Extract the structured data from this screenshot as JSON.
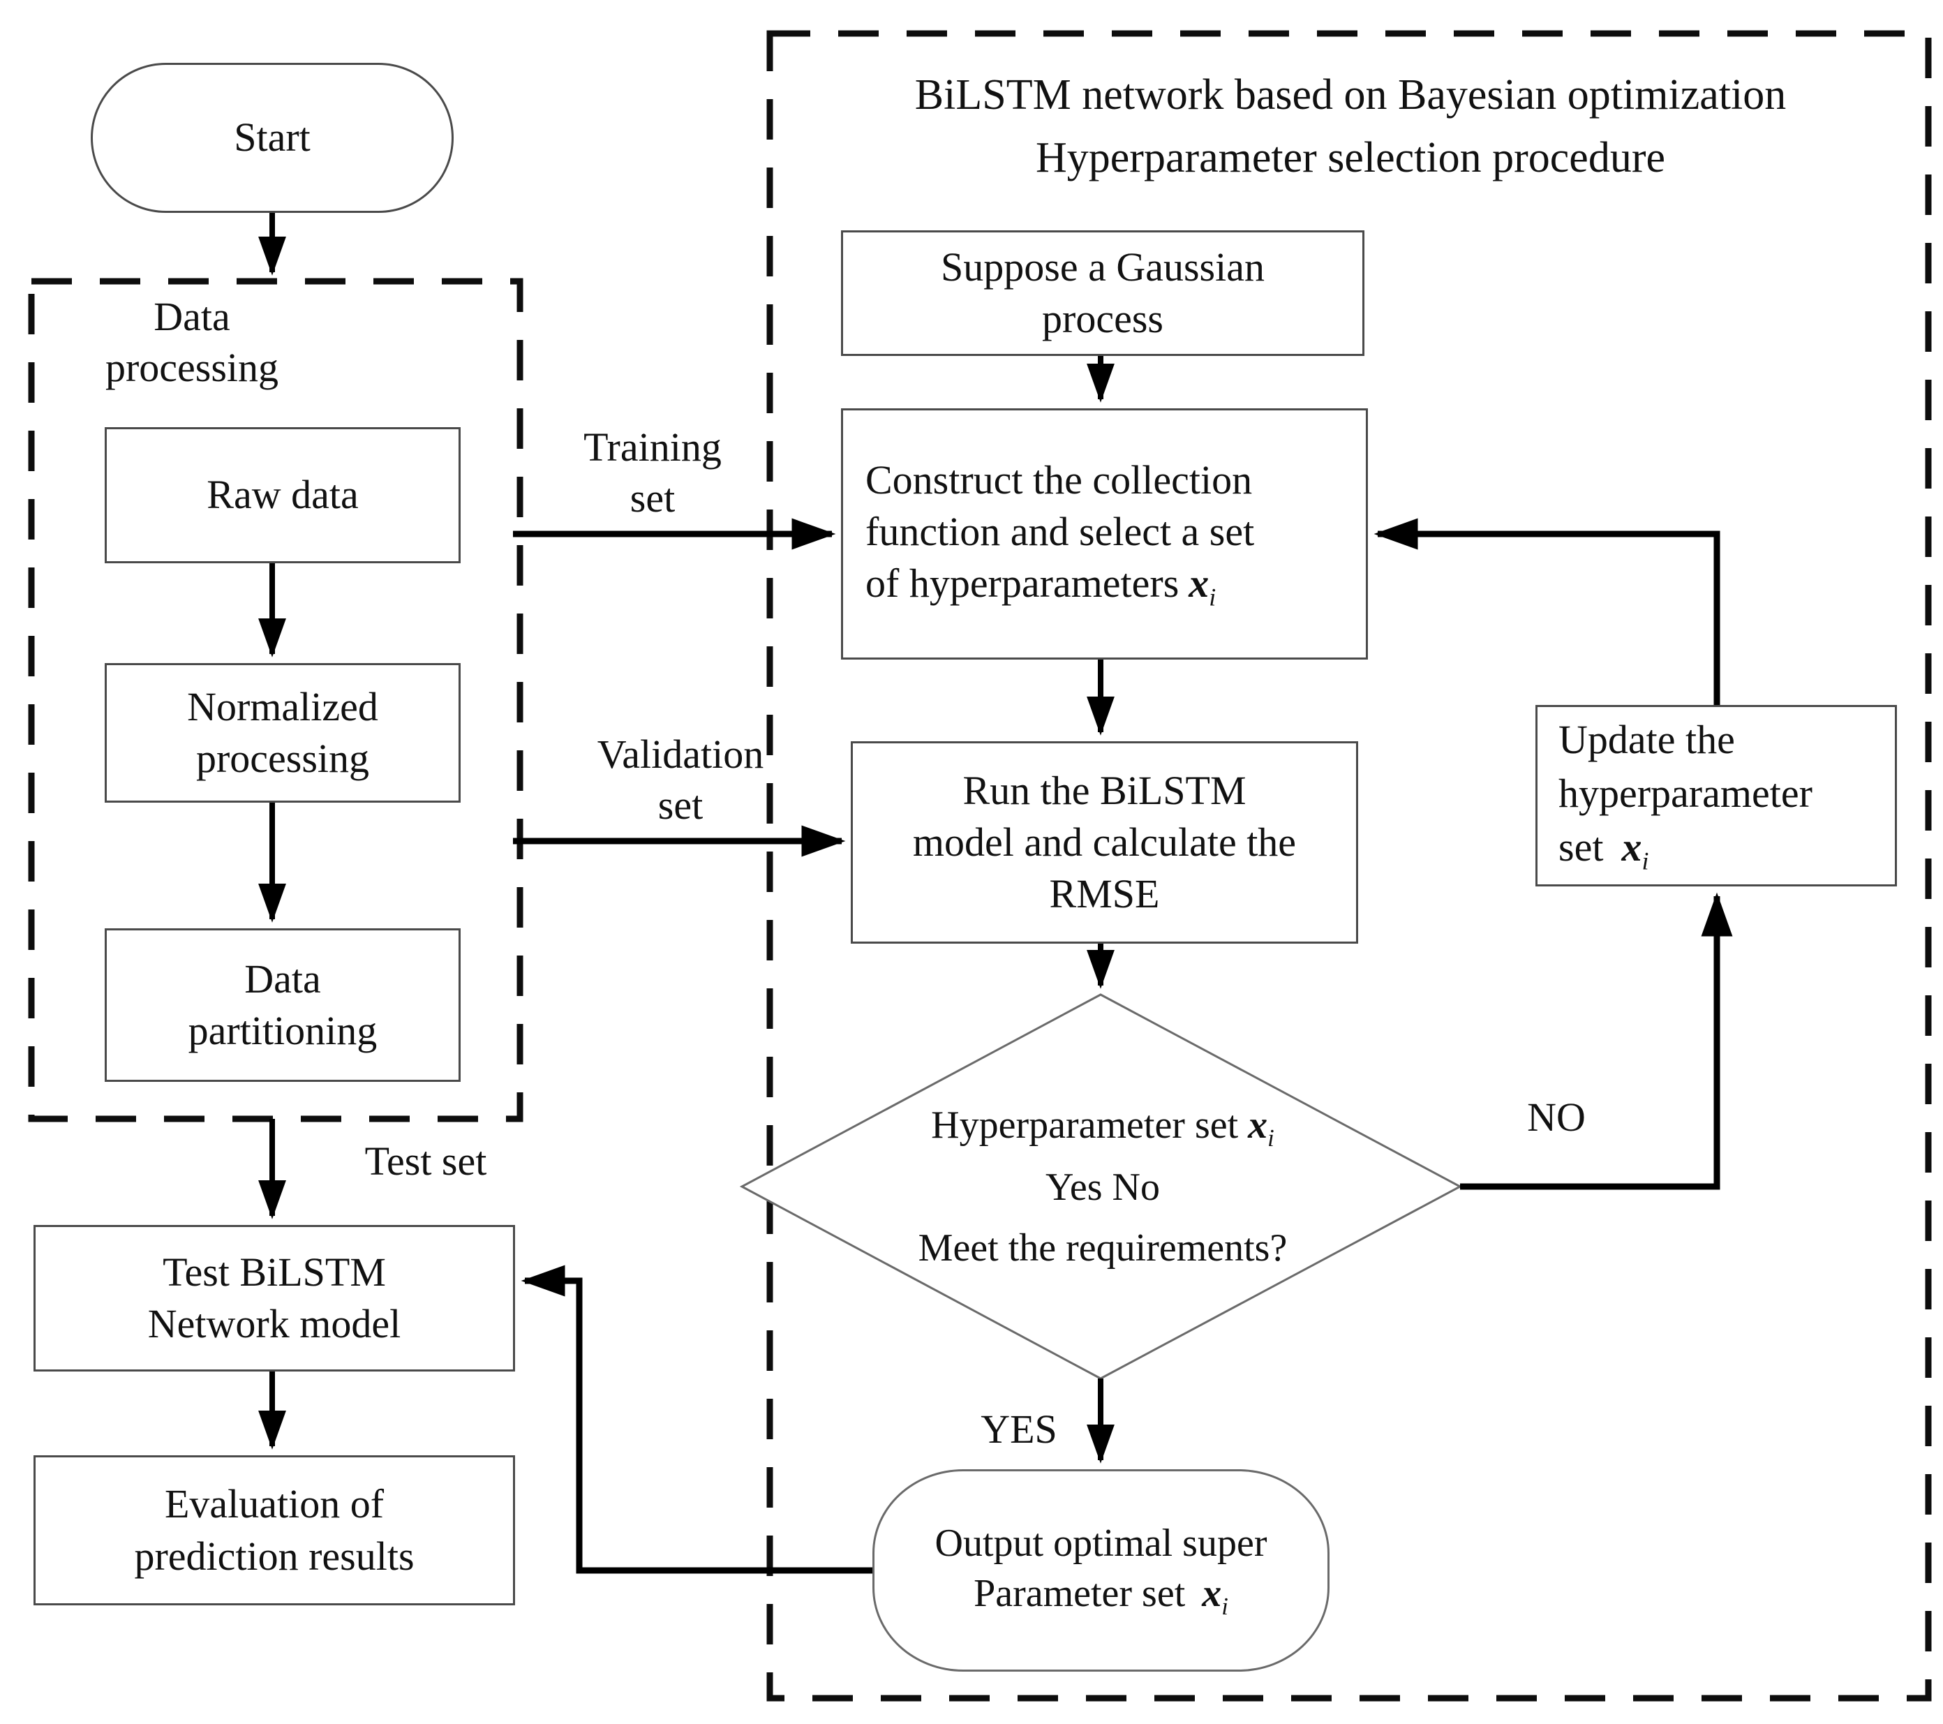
{
  "title": {
    "line1": "BiLSTM network based on Bayesian optimization",
    "line2": "Hyperparameter selection procedure"
  },
  "left": {
    "start": "Start",
    "data_processing": {
      "line1": "Data",
      "line2": "processing"
    },
    "raw_data": "Raw data",
    "normalized": {
      "line1": "Normalized",
      "line2": "processing"
    },
    "partitioning": {
      "line1": "Data",
      "line2": "partitioning"
    },
    "test_model": {
      "line1": "Test BiLSTM",
      "line2": "Network model"
    },
    "evaluation": {
      "line1": "Evaluation of",
      "line2": "prediction results"
    }
  },
  "right": {
    "gaussian": {
      "line1": "Suppose a Gaussian",
      "line2": "process"
    },
    "construct": {
      "line1": "Construct the collection",
      "line2": "function and select a set",
      "line3": "of hyperparameters"
    },
    "run": {
      "line1": "Run the BiLSTM",
      "line2": "model and calculate the",
      "line3": "RMSE"
    },
    "decision": {
      "line1": "Hyperparameter set",
      "line2": "Yes No",
      "line3": "Meet the requirements?"
    },
    "update": {
      "line1": "Update the",
      "line2": "hyperparameter",
      "line3": "set"
    },
    "output": {
      "line1": "Output optimal super",
      "line2": "Parameter set"
    }
  },
  "labels": {
    "training": {
      "line1": "Training",
      "line2": "set"
    },
    "validation": {
      "line1": "Validation",
      "line2": "set"
    },
    "test_set": "Test set",
    "no": "NO",
    "yes": "YES"
  },
  "symbols": {
    "x": "x",
    "sub_i": "i"
  },
  "colors": {
    "line": "#000000",
    "box_border": "#4a4a4a",
    "diamond_border": "#6a6a6a",
    "dashed_border": "#0d0d0d",
    "background": "#ffffff",
    "text": "#111111"
  }
}
